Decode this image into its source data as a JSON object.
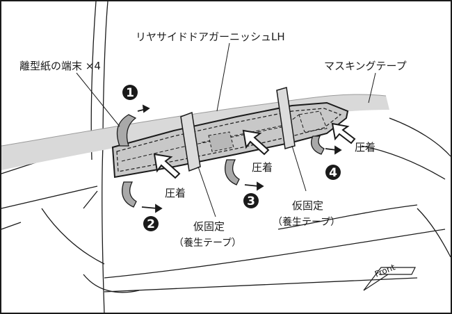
{
  "labels": {
    "release_paper_ends": "離型紙の端末 ×4",
    "garnish_name": "リヤサイドドアガーニッシュLH",
    "masking_tape": "マスキングテープ",
    "press_1": "圧着",
    "press_2": "圧着",
    "press_3": "圧着",
    "temp_fix_1_line1": "仮固定",
    "temp_fix_1_line2": "（養生テープ）",
    "temp_fix_2_line1": "仮固定",
    "temp_fix_2_line2": "（養生テープ）",
    "front": "Front"
  },
  "steps": {
    "step_1": "1",
    "step_2": "2",
    "step_3": "3",
    "step_4": "4"
  },
  "colors": {
    "line": "#1a1a1a",
    "tape_fill": "#d9d9d9",
    "garnish_fill": "#c8c8c8",
    "tab_fill": "#a9a9a9",
    "badge_fill": "#1a1a1a"
  }
}
